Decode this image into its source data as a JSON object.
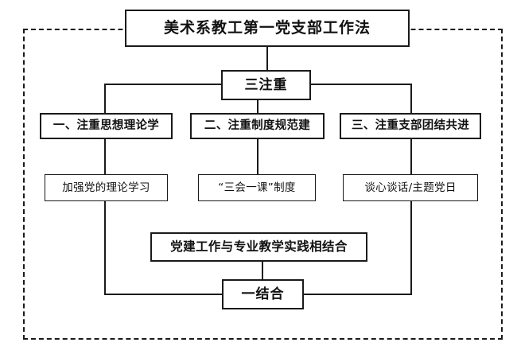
{
  "diagram": {
    "title": "美术系教工第一党支部工作法",
    "frame_style": "dashed",
    "frame_color": "#1a1a1a",
    "box_border_color": "#1a1a1a",
    "background_color": "#ffffff",
    "hub": {
      "label": "三注重"
    },
    "result": {
      "label": "一结合"
    },
    "pillars": [
      {
        "label": "一、注重思想理论学"
      },
      {
        "label": "二、注重制度规范建"
      },
      {
        "label": "三、注重支部团结共进"
      }
    ],
    "leaves": [
      {
        "label": "加强党的理论学习"
      },
      {
        "label": "“三会一课”制度"
      },
      {
        "label": "谈心谈话/主题党日"
      }
    ],
    "combine": {
      "label": "党建工作与专业教学实践相结合"
    }
  }
}
